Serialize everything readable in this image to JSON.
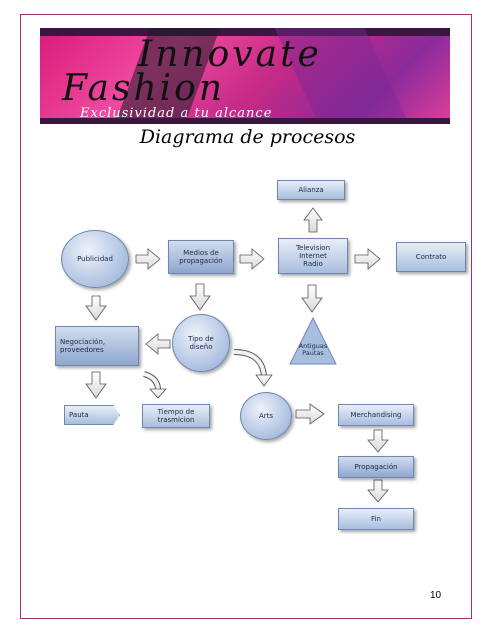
{
  "banner": {
    "line1": "Innovate",
    "line2": "Fashion",
    "tagline": "Exclusividad a tu alcance"
  },
  "document": {
    "title": "Diagrama de procesos",
    "page_number": "10"
  },
  "diagram": {
    "nodes": {
      "alianza": "Alianza",
      "publicidad": "Publicidad",
      "medios": "Medios de\npropagación",
      "television": "Television\nInternet\nRadio",
      "contrato": "Contrato",
      "negociacion": "Negociación,\nproveedores",
      "tipo": "Tipo de\ndiseño",
      "antiguas": "Antiguas\nPautas",
      "pauta": "Pauta",
      "tiempo": "Tiempo de\ntrasmicion",
      "arts": "Arts",
      "merchandising": "Merchandising",
      "propagacion": "Propagación",
      "fin": "Fin"
    }
  },
  "colors": {
    "border": "#a0307a",
    "node_fill": "#a8bede",
    "banner_pink": "#d81b7a"
  }
}
